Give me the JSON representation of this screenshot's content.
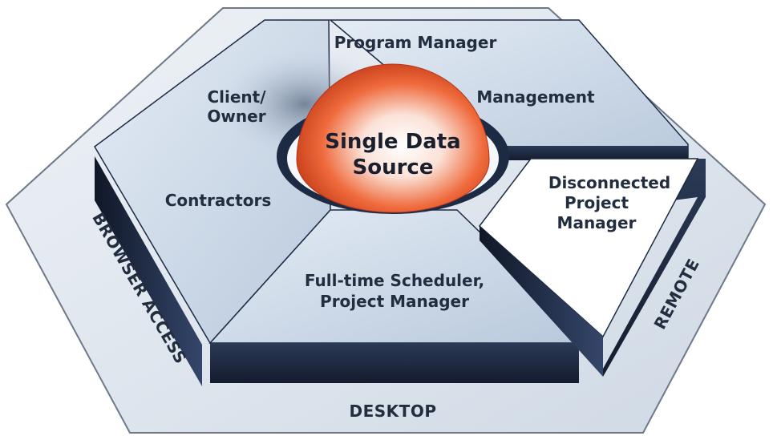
{
  "diagram": {
    "core_line1": "Single Data",
    "core_line2": "Source",
    "segments": {
      "program_manager": "Program Manager",
      "management": "Management",
      "client_owner_line1": "Client/",
      "client_owner_line2": "Owner",
      "contractors": "Contractors",
      "disconnected_line1": "Disconnected",
      "disconnected_line2": "Project",
      "disconnected_line3": "Manager",
      "scheduler_line1": "Full-time Scheduler,",
      "scheduler_line2": "Project Manager"
    },
    "ring_labels": {
      "browser_access": "BROWSER ACCESS",
      "remote": "REMOTE",
      "desktop": "DESKTOP"
    },
    "colors": {
      "outer_hex": "#dfe6ee",
      "platform_top": "#c9d6e6",
      "platform_side": "#1c2a44",
      "sphere": "#e8542a"
    }
  }
}
